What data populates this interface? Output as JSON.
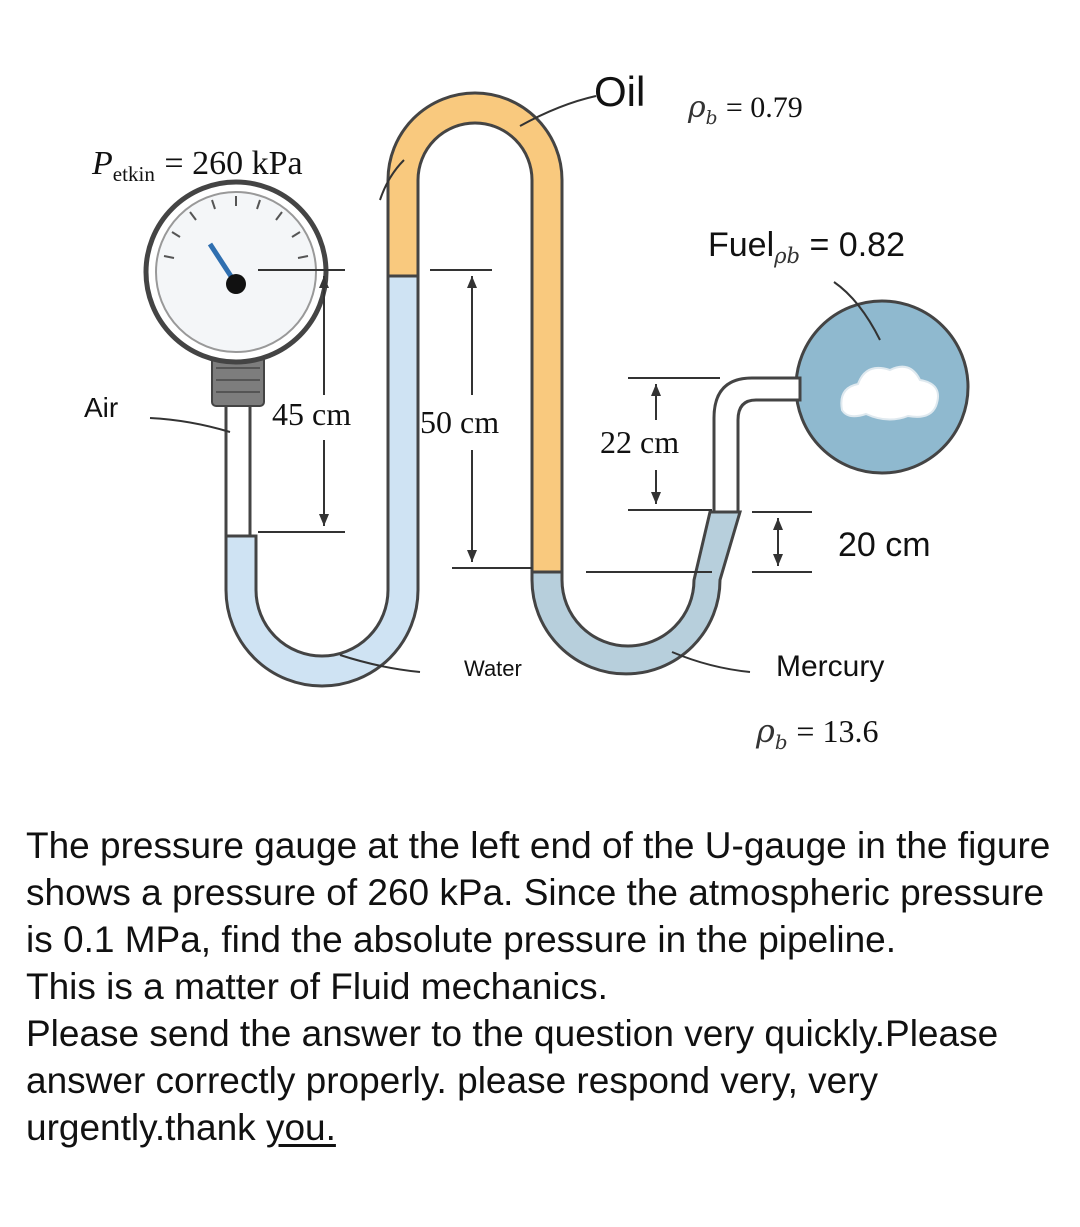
{
  "diagram": {
    "oil": {
      "label": "Oil",
      "rho_symbol": "ρ",
      "rho_sub": "b",
      "rho_value": "= 0.79"
    },
    "gauge": {
      "p": "P",
      "p_sub": "etkin",
      "value": "= 260 kPa"
    },
    "fuel": {
      "label": "Fuel",
      "rho_symbol": "ρ",
      "rho_sub": "b",
      "rho_value": "= 0.82"
    },
    "air": {
      "label": "Air"
    },
    "dims": {
      "d45": "45 cm",
      "d50": "50 cm",
      "d22": "22 cm",
      "d20": "20 cm"
    },
    "water": {
      "label": "Water"
    },
    "mercury": {
      "label": "Mercury",
      "rho_symbol": "ρ",
      "rho_sub": "b",
      "rho_value": "= 13.6"
    },
    "colors": {
      "water": "#cfe3f3",
      "oil": "#f9c97e",
      "mercury": "#b7cfdc",
      "fuel_tank": "#8fb9cf",
      "tube_outline": "#444444"
    }
  },
  "question": {
    "line1": "The pressure gauge at the left end of the U-gauge in the figure shows a pressure of 260 kPa. Since the atmospheric pressure is 0.1 MPa, find the absolute pressure in the pipeline.",
    "line2": "This is a matter of Fluid mechanics.",
    "line3_main": "Please send the answer to the question very quickly.Please answer correctly properly. please respond very, very urgently.thank ",
    "line3_end": "you."
  }
}
